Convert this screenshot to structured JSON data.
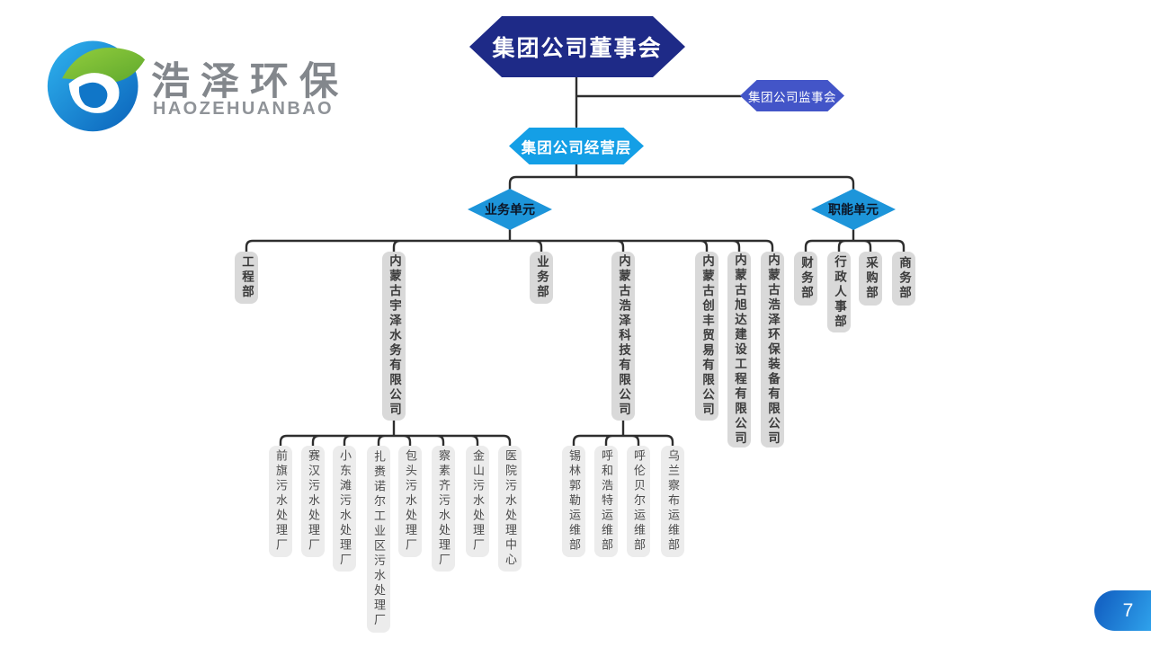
{
  "logo": {
    "title_cn": "浩泽环保",
    "title_en": "HAOZEHUANBAO"
  },
  "org": {
    "board": "集团公司董事会",
    "supervisory_board": "集团公司监事会",
    "management": "集团公司经营层",
    "business_unit": "业务单元",
    "functional_unit": "职能单元",
    "business_children": [
      "工程部",
      "内蒙古宇泽水务有限公司",
      "业务部",
      "内蒙古浩泽科技有限公司",
      "内蒙古创丰贸易有限公司",
      "内蒙古旭达建设工程有限公司",
      "内蒙古浩泽环保装备有限公司"
    ],
    "functional_children": [
      "财务部",
      "行政人事部",
      "采购部",
      "商务部"
    ],
    "yuze_water_children": [
      "前旗污水处理厂",
      "赛汉污水处理厂",
      "小东滩污水处理厂",
      "扎赉诺尔工业区污水处理厂",
      "包头污水处理厂",
      "察素齐污水处理厂",
      "金山污水处理厂",
      "医院污水处理中心"
    ],
    "haoze_tech_children": [
      "锡林郭勒运维部",
      "呼和浩特运维部",
      "呼伦贝尔运维部",
      "乌兰察布运维部"
    ]
  },
  "page_number": "7",
  "colors": {
    "board_bg": "#1e2a87",
    "supervisory_bg": "#4355c8",
    "management_bg": "#149fe6",
    "diamond_bg": "#1d95da",
    "level1_box_bg": "#d9d9d9",
    "level2_box_bg": "#ececec",
    "connector": "#2e2e2e",
    "page_pill_blue": "#2196e0"
  }
}
